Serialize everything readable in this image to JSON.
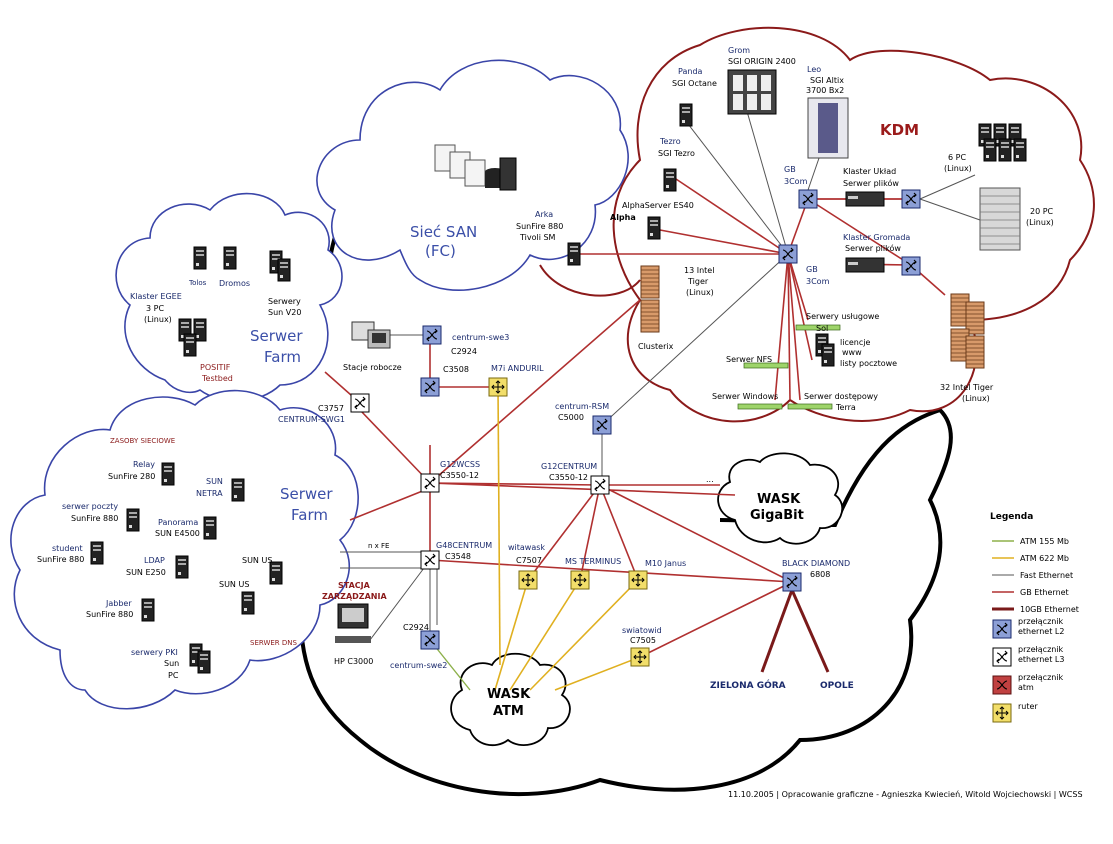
{
  "clouds": {
    "san_title": "Sieć SAN",
    "san_sub": "(FC)",
    "farm1_a": "Serwer",
    "farm1_b": "Farm",
    "farm2_a": "Serwer",
    "farm2_b": "Farm",
    "kdm": "KDM",
    "wask_gb_a": "WASK",
    "wask_gb_b": "GigaBit",
    "wask_atm_a": "WASK",
    "wask_atm_b": "ATM"
  },
  "nodes": {
    "grom": "Grom",
    "grom_model": "SGI ORIGIN 2400",
    "panda": "Panda",
    "panda_model": "SGI Octane",
    "leo": "Leo",
    "leo_model": "SGI Altix",
    "leo_model2": "3700 Bx2",
    "tezro": "Tezro",
    "tezro_model": "SGI Tezro",
    "alpha_model": "AlphaServer ES40",
    "alpha": "Alpha",
    "arka": "Arka",
    "arka_model": "SunFire 880",
    "arka_model2": "Tivoli SM",
    "pc6": "6 PC",
    "pc6_os": "(Linux)",
    "klaster_uklad": "Klaster Układ",
    "serwer_plikow1": "Serwer plików",
    "gb3com_1a": "GB",
    "gb3com_1b": "3Com",
    "pc20": "20 PC",
    "pc20_os": "(Linux)",
    "klaster_gromada": "Klaster Gromada",
    "serwer_plikow2": "Serwer plików",
    "gb3com_2a": "GB",
    "gb3com_2b": "3Com",
    "tiger13": "13 Intel",
    "tiger13b": "Tiger",
    "tiger13_os": "(Linux)",
    "clusterix": "Clusterix",
    "serwery_uslugowe": "Serwery usługowe",
    "sol": "Sol",
    "licencje": "licencje",
    "www": "www",
    "listy": "listy pocztowe",
    "serwer_nfs": "Serwer NFS",
    "serwer_windows": "Serwer Windows",
    "serwer_dostepowy": "Serwer dostępowy",
    "terra": "Terra",
    "tiger32": "32 Intel Tiger",
    "tiger32_os": "(Linux)",
    "tolos": "Tolos",
    "dromos": "Dromos",
    "klaster_egee": "Klaster EGEE",
    "pc3": "3 PC",
    "pc3_os": "(Linux)",
    "serwery_sun": "Serwery",
    "sun_v20": "Sun V20",
    "positif": "POSITIF",
    "testbed": "Testbed",
    "stacje_robocze": "Stacje robocze",
    "centrum_swe3": "centrum-swe3",
    "c2924a": "C2924",
    "c3508": "C3508",
    "m7i": "M7i ANDURIL",
    "c3757": "C3757",
    "centrum_swg1": "CENTRUM-SWG1",
    "centrum_rsm": "centrum-RSM",
    "c5000": "C5000",
    "g12wcss": "G12WCSS",
    "c3550a": "C3550-12",
    "g12centrum": "G12CENTRUM",
    "c3550b": "C3550-12",
    "dots": "...",
    "zasoby": "ZASOBY SIECIOWE",
    "relay": "Relay",
    "sunfire280": "SunFire 280",
    "sun_netra_a": "SUN",
    "sun_netra_b": "NETRA",
    "serwer_poczty": "serwer poczty",
    "sunfire880a": "SunFire 880",
    "panorama": "Panorama",
    "sun_e4500": "SUN E4500",
    "student": "student",
    "sunfire880b": "SunFire 880",
    "ldap": "LDAP",
    "sun_e250": "SUN E250",
    "sun_us1": "SUN US",
    "sun_us2": "SUN US",
    "jabber": "Jabber",
    "sunfire880c": "SunFire 880",
    "serwery_pki": "serwery PKI",
    "sun": "Sun",
    "pc": "PC",
    "serwer_dns": "SERWER DNS",
    "nx_fe": "n x FE",
    "g48centrum": "G48CENTRUM",
    "c3548": "C3548",
    "stacja_a": "STACJA",
    "stacja_b": "ZARZĄDZANIA",
    "hp_c3000": "HP C3000",
    "c2924b": "C2924",
    "centrum_swe2": "centrum-swe2",
    "witawask": "witawask",
    "c7507": "C7507",
    "ms_terminus": "MS TERMINUS",
    "m10_janus": "M10 Janus",
    "swiatowid": "swiatowid",
    "c7505": "C7505",
    "black_diamond": "BLACK DIAMOND",
    "bd6808": "6808",
    "zielona_gora": "ZIELONA GÓRA",
    "opole": "OPOLE"
  },
  "legend": {
    "title": "Legenda",
    "items": [
      {
        "label": "ATM 155 Mb",
        "color": "#8db04a"
      },
      {
        "label": "ATM 622 Mb",
        "color": "#e0b020"
      },
      {
        "label": "Fast Ethernet",
        "color": "#555555"
      },
      {
        "label": "GB Ethernet",
        "color": "#b03030"
      },
      {
        "label": "10GB Ethernet",
        "color": "#7a1a1a"
      }
    ],
    "icons": [
      {
        "label_a": "przełącznik",
        "label_b": "ethernet L2"
      },
      {
        "label_a": "przełącznik",
        "label_b": "ethernet L3"
      },
      {
        "label_a": "przełącznik",
        "label_b": "atm"
      },
      {
        "label_a": "ruter",
        "label_b": ""
      }
    ]
  },
  "footer": "11.10.2005 | Opracowanie graficzne - Agnieszka Kwiecień, Witold Wojciechowski  | WCSS",
  "colors": {
    "cloud_blue": "#4a55b0",
    "cloud_red": "#8b1a1a",
    "gb": "#b03030",
    "atm622": "#e0b020",
    "atm155": "#8db04a",
    "fe": "#555555",
    "l2_fill": "#8c9fd6",
    "router_fill": "#f2de6a",
    "kdm_text": "#9b1b1b"
  }
}
